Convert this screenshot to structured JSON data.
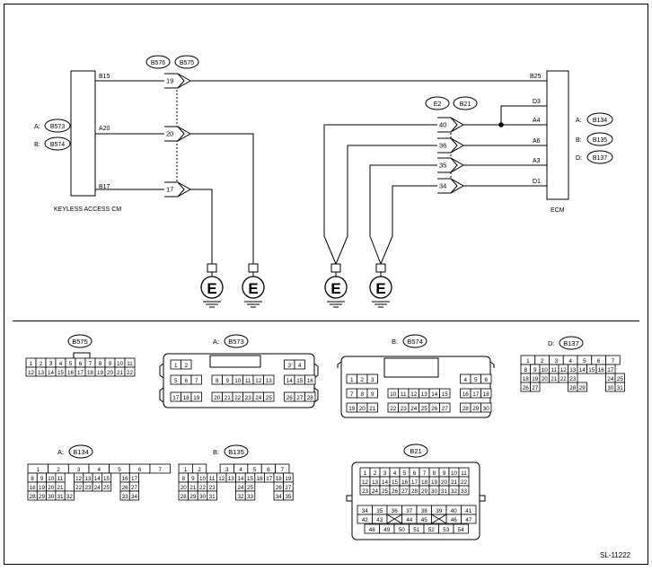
{
  "ref_code": "SL-11222",
  "keyless": {
    "label": "KEYLESS ACCESS CM",
    "pins": [
      "B15",
      "A20",
      "B17"
    ],
    "conn_a": {
      "prefix": "A:",
      "id": "B573"
    },
    "conn_b": {
      "prefix": "B:",
      "id": "B574"
    }
  },
  "ecm": {
    "label": "ECM",
    "pins": [
      "B25",
      "D3",
      "A4",
      "A6",
      "A3",
      "D1"
    ],
    "conns": [
      {
        "prefix": "A:",
        "id": "B134"
      },
      {
        "prefix": "B:",
        "id": "B135"
      },
      {
        "prefix": "D:",
        "id": "B137"
      }
    ]
  },
  "inline_left": {
    "ids": [
      "B576",
      "B575"
    ],
    "pins": [
      "19",
      "20",
      "17"
    ]
  },
  "inline_right": {
    "ids": [
      "E2",
      "B21"
    ],
    "pins": [
      "40",
      "36",
      "35",
      "34"
    ]
  },
  "ground_symbol": "E",
  "connectors": {
    "b575": {
      "id": "B575",
      "rows": [
        [
          "1",
          "2",
          "3",
          "4",
          "5",
          "6",
          "7",
          "8",
          "9",
          "10",
          "11"
        ],
        [
          "12",
          "13",
          "14",
          "15",
          "16",
          "17",
          "18",
          "19",
          "20",
          "21",
          "22"
        ]
      ]
    },
    "b573": {
      "prefix": "A:",
      "id": "B573",
      "rows": [
        [
          "1",
          "2",
          "3",
          "4"
        ],
        [
          "5",
          "6",
          "7",
          "8",
          "9",
          "10",
          "11",
          "12",
          "13",
          "14",
          "15",
          "16"
        ],
        [
          "17",
          "18",
          "19",
          "20",
          "21",
          "22",
          "23",
          "24",
          "25",
          "26",
          "27",
          "28"
        ]
      ]
    },
    "b574": {
      "prefix": "B:",
      "id": "B574",
      "rows": [
        [
          "1",
          "2",
          "3",
          "4",
          "5",
          "6"
        ],
        [
          "7",
          "8",
          "9",
          "10",
          "11",
          "12",
          "13",
          "14",
          "15",
          "16",
          "17",
          "18"
        ],
        [
          "19",
          "20",
          "21",
          "22",
          "23",
          "24",
          "25",
          "26",
          "27",
          "28",
          "29",
          "30"
        ]
      ]
    },
    "b137": {
      "prefix": "D:",
      "id": "B137",
      "rows": [
        [
          "1",
          "2",
          "3",
          "4",
          "5",
          "6",
          "7"
        ],
        [
          "8",
          "9",
          "10",
          "11",
          "12",
          "13",
          "14",
          "15",
          "16",
          "17"
        ],
        [
          "18",
          "19",
          "20",
          "21",
          "22",
          "23",
          "24",
          "25"
        ],
        [
          "26",
          "27",
          "28",
          "29",
          "30",
          "31"
        ]
      ]
    },
    "b134": {
      "prefix": "A:",
      "id": "B134",
      "rows": [
        [
          "1",
          "2",
          "3",
          "4",
          "5",
          "6",
          "7"
        ],
        [
          "8",
          "9",
          "10",
          "11",
          "12",
          "13",
          "14",
          "15",
          "16",
          "17"
        ],
        [
          "18",
          "19",
          "20",
          "21",
          "22",
          "23",
          "24",
          "25",
          "26",
          "27"
        ],
        [
          "28",
          "29",
          "30",
          "31",
          "32",
          "33",
          "34"
        ]
      ]
    },
    "b135": {
      "prefix": "B:",
      "id": "B135",
      "rows": [
        [
          "1",
          "2",
          "3",
          "4",
          "5",
          "6",
          "7"
        ],
        [
          "8",
          "9",
          "10",
          "11",
          "12",
          "13",
          "14",
          "15",
          "16",
          "17",
          "18",
          "19"
        ],
        [
          "20",
          "21",
          "22",
          "23",
          "24",
          "25",
          "26",
          "27"
        ],
        [
          "28",
          "29",
          "30",
          "31",
          "32",
          "33",
          "34",
          "35"
        ]
      ]
    },
    "b21": {
      "id": "B21",
      "rows": [
        [
          "1",
          "2",
          "3",
          "4",
          "5",
          "6",
          "7",
          "8",
          "9",
          "10",
          "11"
        ],
        [
          "12",
          "13",
          "14",
          "15",
          "16",
          "17",
          "18",
          "19",
          "20",
          "21",
          "22"
        ],
        [
          "23",
          "24",
          "25",
          "26",
          "27",
          "28",
          "29",
          "30",
          "31",
          "32",
          "33"
        ],
        [
          "34",
          "35",
          "36",
          "37",
          "38",
          "39",
          "40",
          "41"
        ],
        [
          "42",
          "43",
          "44",
          "45",
          "46",
          "47"
        ],
        [
          "48",
          "49",
          "50",
          "51",
          "52",
          "53",
          "54"
        ]
      ]
    }
  }
}
